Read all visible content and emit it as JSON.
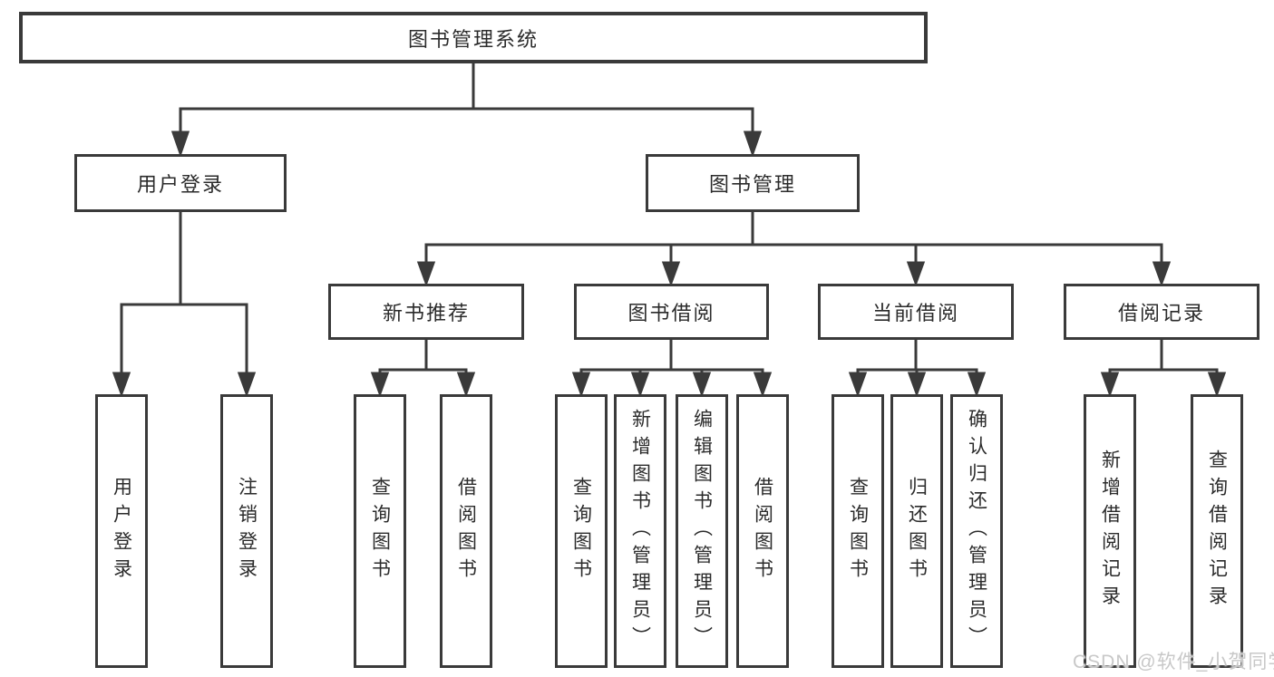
{
  "diagram": {
    "tree": {
      "root": {
        "label": "图书管理系统"
      },
      "branches": [
        {
          "label": "用户登录",
          "children": [
            {
              "label": "用户登录"
            },
            {
              "label": "注销登录"
            }
          ]
        },
        {
          "label": "图书管理",
          "children": [
            {
              "label": "新书推荐",
              "children": [
                {
                  "label": "查询图书"
                },
                {
                  "label": "借阅图书"
                }
              ]
            },
            {
              "label": "图书借阅",
              "children": [
                {
                  "label": "查询图书"
                },
                {
                  "label": "新增图书（管理员）"
                },
                {
                  "label": "编辑图书（管理员）"
                },
                {
                  "label": "借阅图书"
                }
              ]
            },
            {
              "label": "当前借阅",
              "children": [
                {
                  "label": "查询图书"
                },
                {
                  "label": "归还图书"
                },
                {
                  "label": "确认归还（管理员）"
                }
              ]
            },
            {
              "label": "借阅记录",
              "children": [
                {
                  "label": "新增借阅记录"
                },
                {
                  "label": "查询借阅记录"
                }
              ]
            }
          ]
        }
      ]
    }
  },
  "watermark": {
    "text": "CSDN @软件_小贺同学"
  },
  "colors": {
    "line": "#3a3a3a",
    "box_border": "#3a3a3a",
    "text": "#2b2b2b",
    "background": "#ffffff",
    "watermark": "#c8c8c8"
  }
}
